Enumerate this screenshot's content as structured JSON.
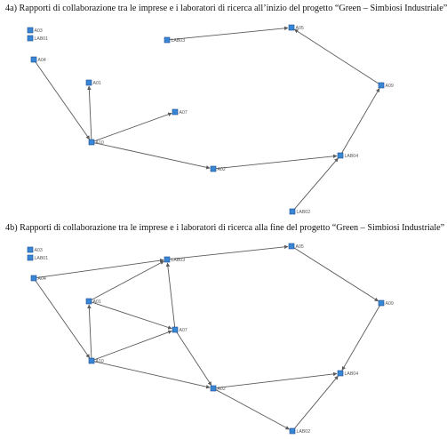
{
  "panels": [
    {
      "caption": "4a) Rapporti di collaborazione tra le imprese e i laboratori di ricerca all’inizio del progetto “Green – Simbiosi Industriale”",
      "nodes": [
        "A03",
        "LAB01",
        "A04",
        "A01",
        "A07",
        "A10",
        "A02",
        "LAB03",
        "A05",
        "A09",
        "LAB04",
        "LAB02"
      ],
      "edges": [
        [
          "A04",
          "A10"
        ],
        [
          "A10",
          "A01"
        ],
        [
          "A10",
          "A07"
        ],
        [
          "A10",
          "A02"
        ],
        [
          "A02",
          "LAB04"
        ],
        [
          "LAB02",
          "LAB04"
        ],
        [
          "LAB04",
          "A09"
        ],
        [
          "A09",
          "A05"
        ],
        [
          "LAB03",
          "A05"
        ]
      ]
    },
    {
      "caption": "4b) Rapporti di collaborazione tra le imprese e i laboratori di ricerca alla fine del progetto “Green – Simbiosi Industriale”",
      "nodes": [
        "A03",
        "LAB01",
        "A04",
        "LAB03",
        "A05",
        "A01",
        "A07",
        "A09",
        "A10",
        "LAB04",
        "A02",
        "LAB02"
      ],
      "edges": [
        [
          "A04",
          "LAB03"
        ],
        [
          "LAB03",
          "A05"
        ],
        [
          "A05",
          "A09"
        ],
        [
          "A09",
          "LAB04"
        ],
        [
          "A04",
          "A10"
        ],
        [
          "A10",
          "A01"
        ],
        [
          "A01",
          "LAB03"
        ],
        [
          "A01",
          "A07"
        ],
        [
          "A07",
          "LAB03"
        ],
        [
          "A10",
          "A07"
        ],
        [
          "A10",
          "A02"
        ],
        [
          "A07",
          "A02"
        ],
        [
          "A02",
          "LAB04"
        ],
        [
          "LAB02",
          "LAB04"
        ],
        [
          "A02",
          "LAB02"
        ]
      ]
    }
  ],
  "colors": {
    "node_fill": "#3a86d6",
    "node_stroke": "#1c4f8a",
    "edge": "#5a5a5a"
  }
}
